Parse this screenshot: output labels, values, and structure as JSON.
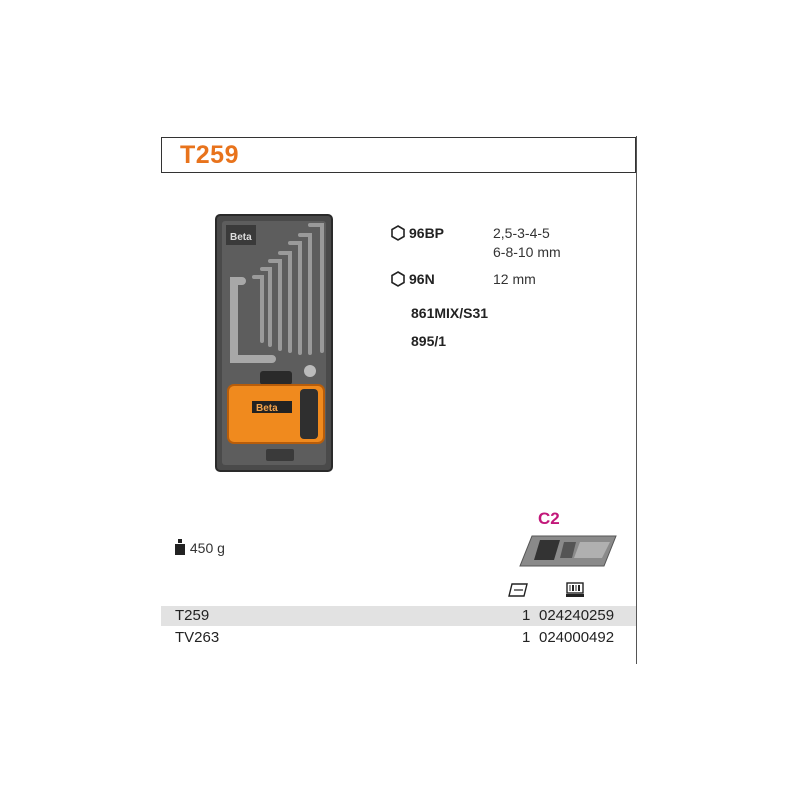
{
  "title": "T259",
  "specs": [
    {
      "code": "96BP",
      "values": [
        "2,5-3-4-5",
        "6-8-10 mm"
      ],
      "icon": "hexagon-icon"
    },
    {
      "code": "96N",
      "values": [
        "12 mm"
      ],
      "icon": "hexagon-icon"
    },
    {
      "code": "861MIX/S31",
      "values": []
    },
    {
      "code": "895/1",
      "values": []
    }
  ],
  "weight": "450 g",
  "tray_label": "C2",
  "column_icons": [
    "tray-icon",
    "barcode-icon"
  ],
  "rows": [
    {
      "code": "T259",
      "qty": "1",
      "ean": "024240259"
    },
    {
      "code": "TV263",
      "qty": "1",
      "ean": "024000492"
    }
  ],
  "photo_labels": {
    "brand": "Beta"
  },
  "colors": {
    "title": "#e8731c",
    "tray_label": "#c2187a",
    "holder": "#f08a1e"
  }
}
